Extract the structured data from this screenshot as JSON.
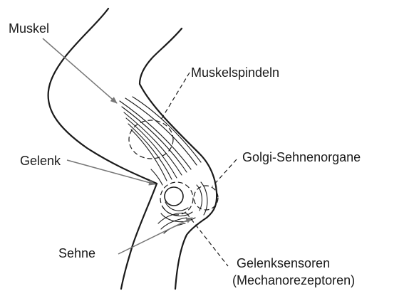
{
  "labels": {
    "muskel": "Muskel",
    "muskelspindeln": "Muskelspindeln",
    "gelenk": "Gelenk",
    "golgi": "Golgi-Sehnenorgane",
    "sehne": "Sehne",
    "gelenksensoren_1": "Gelenksensoren",
    "gelenksensoren_2": "(Mechanorezeptoren)"
  },
  "colors": {
    "line": "#1a1a1a",
    "pointer": "#777777",
    "background": "#ffffff"
  }
}
